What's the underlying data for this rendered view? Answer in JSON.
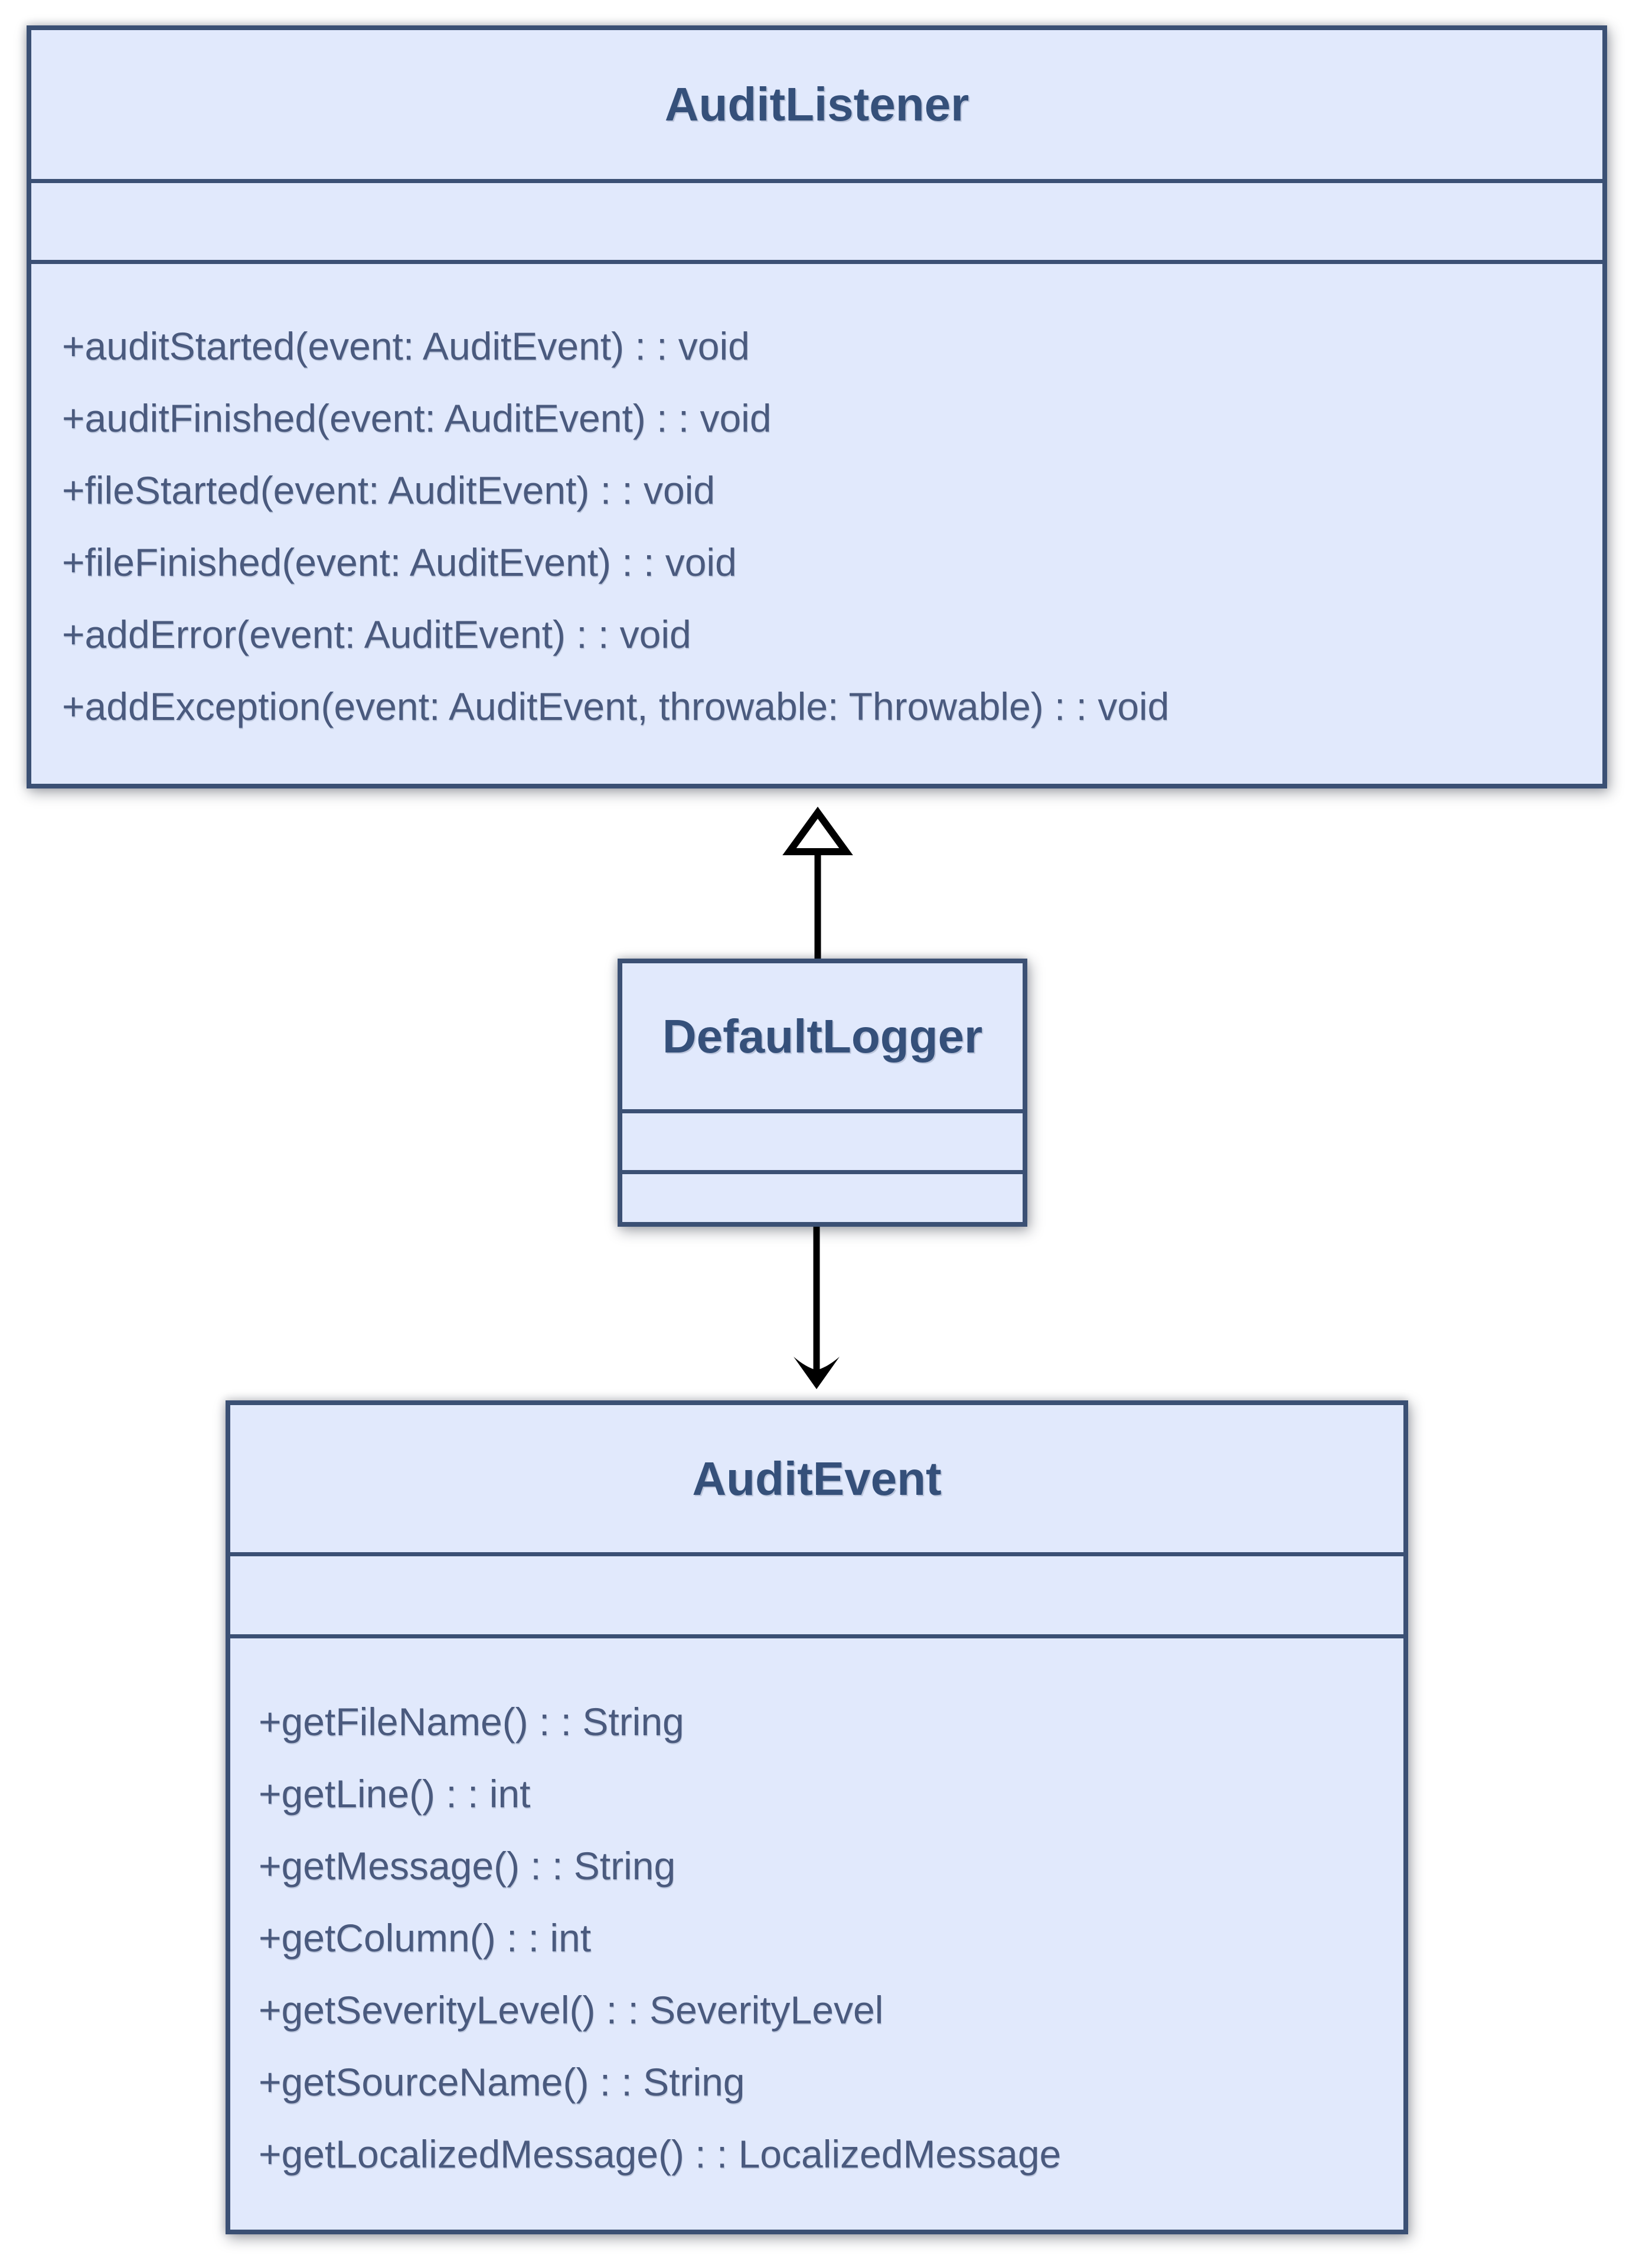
{
  "diagram": {
    "classes": [
      {
        "name": "AuditListener",
        "attributes": [],
        "methods": [
          "+auditStarted(event: AuditEvent) : : void",
          "+auditFinished(event: AuditEvent) : : void",
          "+fileStarted(event: AuditEvent) : : void",
          "+fileFinished(event: AuditEvent) : : void",
          "+addError(event: AuditEvent) : : void",
          "+addException(event: AuditEvent, throwable: Throwable) : : void"
        ]
      },
      {
        "name": "DefaultLogger",
        "attributes": [],
        "methods": []
      },
      {
        "name": "AuditEvent",
        "attributes": [],
        "methods": [
          "+getFileName() : : String",
          "+getLine() : : int",
          "+getMessage() : : String",
          "+getColumn() : : int",
          "+getSeverityLevel() : : SeverityLevel",
          "+getSourceName() : : String",
          "+getLocalizedMessage() : : LocalizedMessage"
        ]
      }
    ],
    "connectors": [
      {
        "from": "DefaultLogger",
        "to": "AuditListener",
        "type": "realization",
        "arrowhead": "hollow-triangle-up"
      },
      {
        "from": "DefaultLogger",
        "to": "AuditEvent",
        "type": "directed-association",
        "arrowhead": "filled-arrow-down"
      }
    ],
    "colors": {
      "box_fill": "#e1e9fc",
      "box_border": "#3b5074",
      "title_text": "#35507a",
      "method_text": "#4a5a7e",
      "arrow": "#000000",
      "background": "#ffffff"
    }
  }
}
